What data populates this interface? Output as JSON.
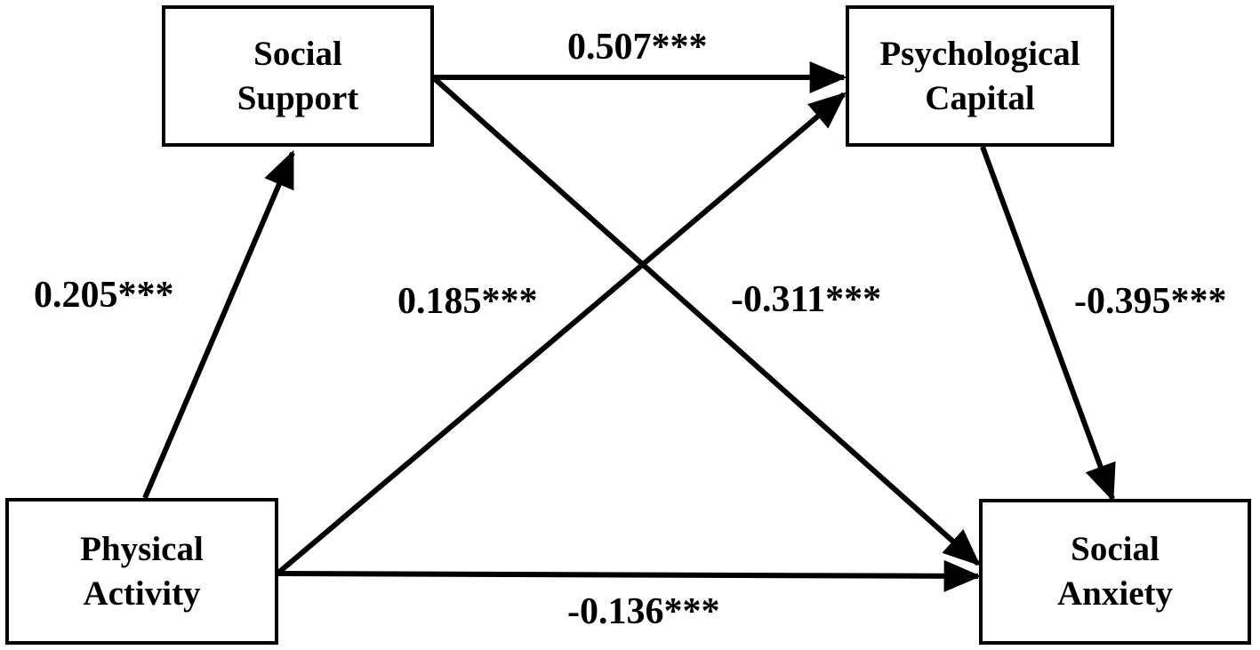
{
  "nodes": {
    "social_support": {
      "line1": "Social",
      "line2": "Support"
    },
    "psychological_capital": {
      "line1": "Psychological",
      "line2": "Capital"
    },
    "physical_activity": {
      "line1": "Physical",
      "line2": "Activity"
    },
    "social_anxiety": {
      "line1": "Social",
      "line2": "Anxiety"
    }
  },
  "paths": {
    "pa_to_ss": "0.205***",
    "ss_to_pc": "0.507***",
    "pa_to_pc": "0.185***",
    "ss_to_sa": "-0.311***",
    "pc_to_sa": "-0.395***",
    "pa_to_sa": "-0.136***"
  },
  "colors": {
    "stroke": "#000000",
    "background": "#ffffff"
  }
}
